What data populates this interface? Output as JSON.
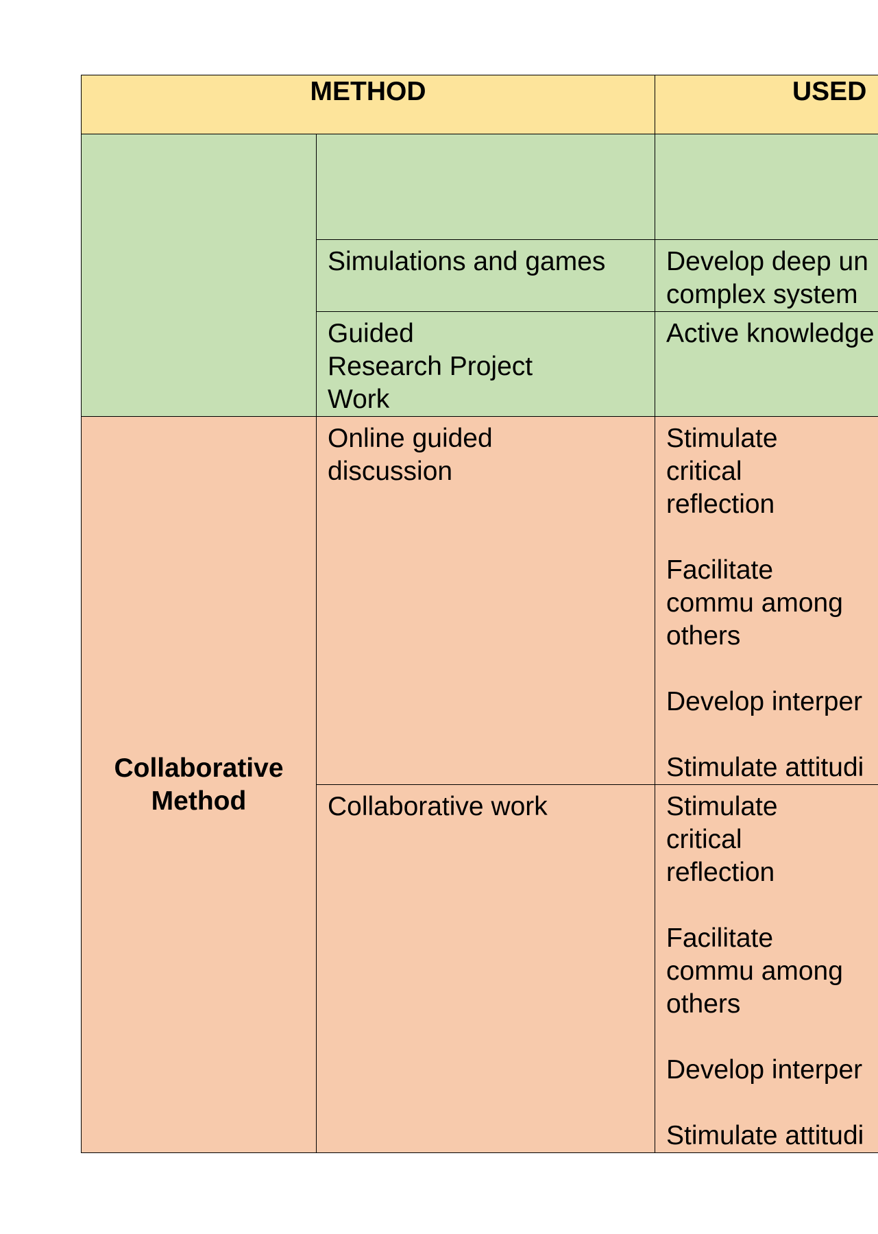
{
  "table": {
    "headers": {
      "method": "METHOD",
      "used": "USED"
    },
    "groups": [
      {
        "category": "",
        "rows": [
          {
            "technique": "",
            "uses": []
          },
          {
            "technique": "Simulations and games",
            "uses": [
              "Develop deep un",
              "complex system"
            ]
          },
          {
            "technique": "Guided Research Project Work",
            "uses": [
              "Active knowledge"
            ]
          }
        ]
      },
      {
        "category": "Collaborative Method",
        "rows": [
          {
            "technique": "Online guided discussion",
            "uses": [
              "Stimulate critical reflection",
              "Facilitate commu among others",
              "Develop interper",
              "Stimulate attitudi"
            ]
          },
          {
            "technique": "Collaborative work",
            "uses": [
              "Stimulate critical reflection",
              "Facilitate commu among others",
              "Develop interper",
              "Stimulate attitudi"
            ]
          }
        ]
      }
    ]
  },
  "colors": {
    "header_bg": "#fde49b",
    "group1_bg": "#c6e0b4",
    "group2_bg": "#f7caac"
  }
}
